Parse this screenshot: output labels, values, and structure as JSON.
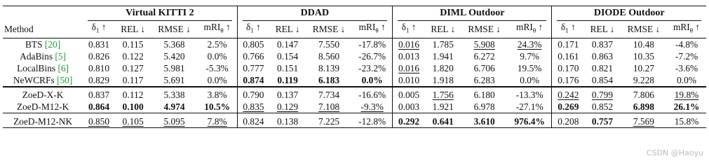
{
  "groups": [
    "Virtual KITTI 2",
    "DDAD",
    "DIML Outdoor",
    "DIODE Outdoor"
  ],
  "header": {
    "method": "Method",
    "cols": [
      "δ₁↑",
      "REL↓",
      "RMSE↓",
      "mRIθ↑"
    ]
  },
  "rows": [
    {
      "name": "BTS",
      "cite": "[20]",
      "cells": [
        "0.831",
        "0.115",
        "5.368",
        "2.5%",
        "0.805",
        "0.147",
        "7.550",
        "-17.8%",
        "0.016",
        "1.785",
        "5.908",
        "24.3%",
        "0.171",
        "0.837",
        "10.48",
        "-4.8%"
      ]
    },
    {
      "name": "AdaBins",
      "cite": "[5]",
      "cells": [
        "0.826",
        "0.122",
        "5.420",
        "0.0%",
        "0.766",
        "0.154",
        "8.560",
        "-26.7%",
        "0.013",
        "1.941",
        "6.272",
        "9.7%",
        "0.161",
        "0.863",
        "10.35",
        "-7.2%"
      ]
    },
    {
      "name": "LocalBins",
      "cite": "[6]",
      "cells": [
        "0.810",
        "0.127",
        "5.981",
        "-5.3%",
        "0.777",
        "0.151",
        "8.139",
        "-23.2%",
        "0.016",
        "1.820",
        "6.706",
        "19.5%",
        "0.170",
        "0.821",
        "10.27",
        "-3.6%"
      ]
    },
    {
      "name": "NeWCRFs",
      "cite": "[50]",
      "cells": [
        "0.829",
        "0.117",
        "5.691",
        "0.0%",
        "0.874",
        "0.119",
        "6.183",
        "0.0%",
        "0.010",
        "1.918",
        "6.283",
        "0.0%",
        "0.176",
        "0.854",
        "9.228",
        "0.0%"
      ]
    },
    {
      "name": "ZoeD-X-K",
      "cite": "",
      "cells": [
        "0.837",
        "0.112",
        "5.338",
        "3.8%",
        "0.790",
        "0.137",
        "7.734",
        "-16.6%",
        "0.005",
        "1.756",
        "6.180",
        "-13.3%",
        "0.242",
        "0.799",
        "7.806",
        "19.8%"
      ]
    },
    {
      "name": "ZoeD-M12-K",
      "cite": "",
      "cells": [
        "0.864",
        "0.100",
        "4.974",
        "10.5%",
        "0.835",
        "0.129",
        "7.108",
        "-9.3%",
        "0.003",
        "1.921",
        "6.978",
        "-27.1%",
        "0.269",
        "0.852",
        "6.898",
        "26.1%"
      ]
    },
    {
      "name": "ZoeD-M12-NK",
      "cite": "",
      "cells": [
        "0.850",
        "0.105",
        "5.095",
        "7.8%",
        "0.824",
        "0.138",
        "7.225",
        "-12.8%",
        "0.292",
        "0.641",
        "3.610",
        "976.4%",
        "0.208",
        "0.757",
        "7.569",
        "15.8%"
      ]
    }
  ],
  "watermark": "CSDN @Haoyu"
}
